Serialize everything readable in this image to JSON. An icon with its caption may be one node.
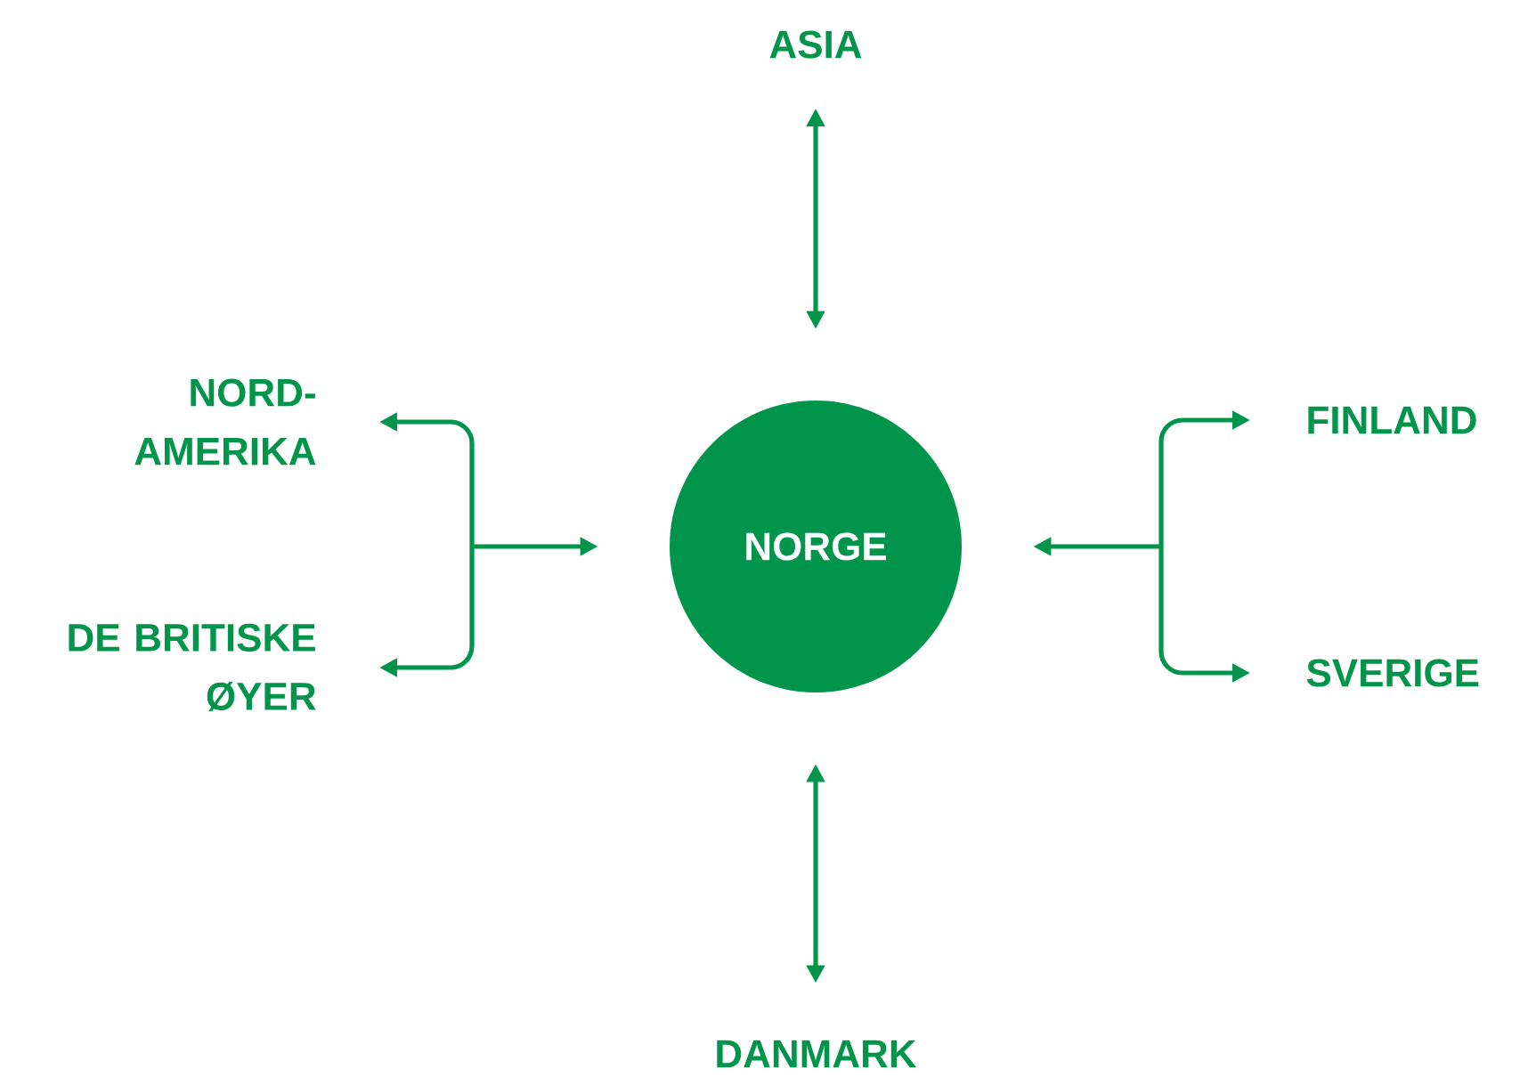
{
  "diagram": {
    "nodes": [
      {
        "text": [
          "NORGE"
        ]
      },
      {
        "text": [
          "ASIA"
        ]
      },
      {
        "text": [
          "NORD-AMERIKA"
        ]
      },
      {
        "text": [
          "DE BRITISKE ØYER"
        ]
      },
      {
        "text": [
          "FINLAND"
        ]
      },
      {
        "text": [
          "SVERIGE"
        ]
      },
      {
        "text": [
          "DANMARK"
        ]
      }
    ],
    "edges": [
      {
        "from": 1,
        "to": 0,
        "arrow": "both"
      },
      {
        "from": 2,
        "to": 0,
        "arrow": "both"
      },
      {
        "from": 3,
        "to": 0,
        "arrow": "both"
      },
      {
        "from": 4,
        "to": 0,
        "arrow": "both"
      },
      {
        "from": 5,
        "to": 0,
        "arrow": "both"
      },
      {
        "from": 6,
        "to": 0,
        "arrow": "both"
      }
    ]
  }
}
